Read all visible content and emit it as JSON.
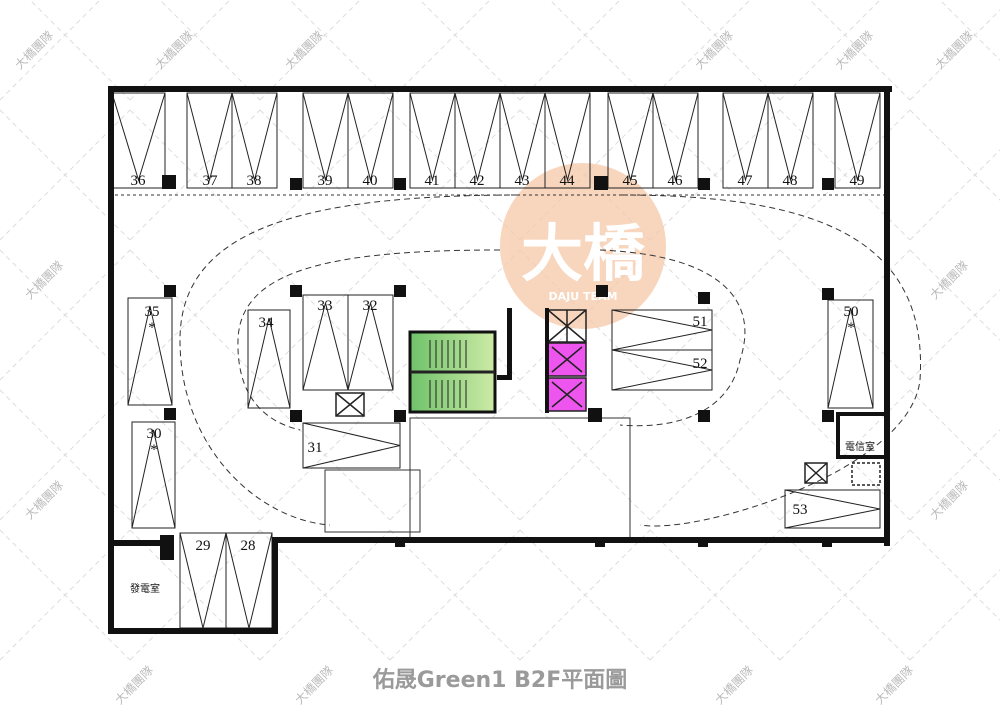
{
  "title": "佑晟Green1 B2F平面圖",
  "logo": {
    "main": "大橋",
    "sub": "DAJU TEAM",
    "watermark": "大橋團隊",
    "color": "#f5c9a8"
  },
  "colors": {
    "stair": "#9ed77e",
    "elevator": "#ee55ee",
    "wall": "#111111"
  },
  "parking_slots": [
    {
      "number": "36"
    },
    {
      "number": "37"
    },
    {
      "number": "38"
    },
    {
      "number": "39"
    },
    {
      "number": "40"
    },
    {
      "number": "41"
    },
    {
      "number": "42"
    },
    {
      "number": "43"
    },
    {
      "number": "44"
    },
    {
      "number": "45"
    },
    {
      "number": "46"
    },
    {
      "number": "47"
    },
    {
      "number": "48"
    },
    {
      "number": "49"
    },
    {
      "number": "35",
      "mark": "*"
    },
    {
      "number": "30",
      "mark": "*"
    },
    {
      "number": "34"
    },
    {
      "number": "33"
    },
    {
      "number": "32"
    },
    {
      "number": "51"
    },
    {
      "number": "52"
    },
    {
      "number": "50",
      "mark": "*"
    },
    {
      "number": "31"
    },
    {
      "number": "53"
    },
    {
      "number": "29"
    },
    {
      "number": "28"
    }
  ],
  "rooms": [
    {
      "label": "電信室"
    },
    {
      "label": "發電室"
    }
  ]
}
